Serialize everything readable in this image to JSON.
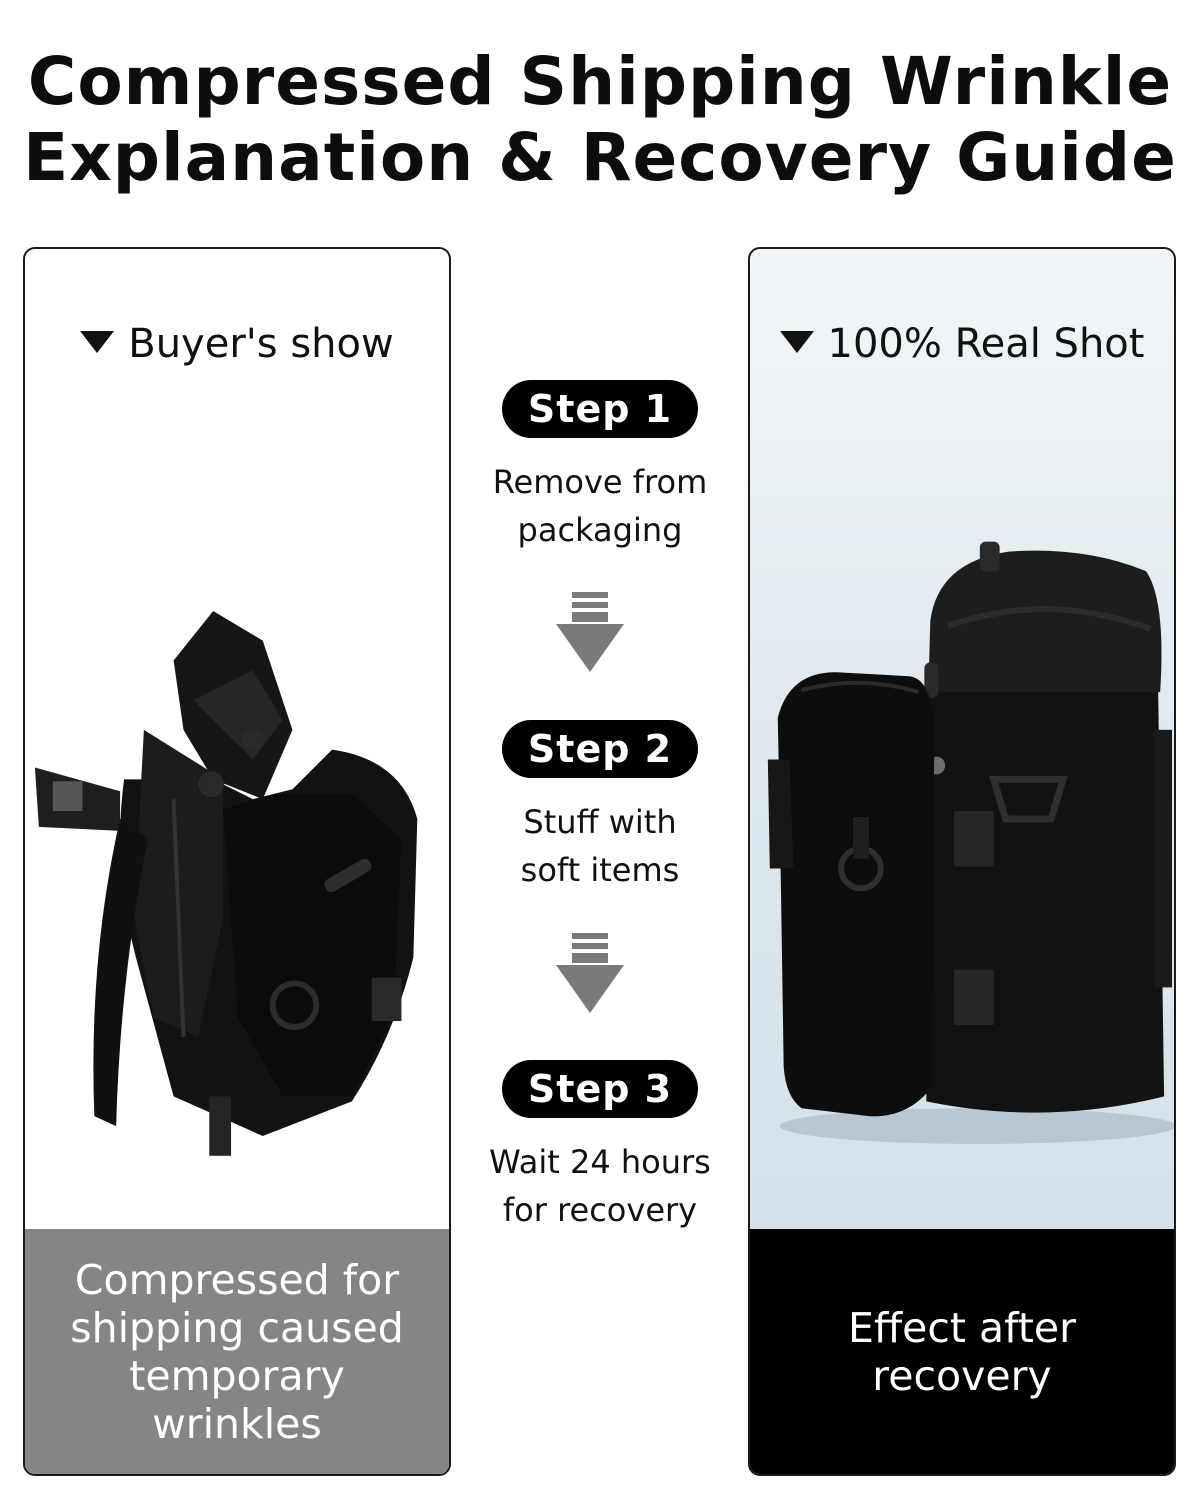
{
  "title": {
    "line1": "Compressed Shipping Wrinkle",
    "line2": "Explanation & Recovery Guide"
  },
  "left_panel": {
    "label": "Buyer's show",
    "caption_lines": [
      "Compressed for",
      "shipping caused",
      "temporary",
      "wrinkles"
    ]
  },
  "right_panel": {
    "label": "100% Real Shot",
    "caption_lines": [
      "Effect after",
      "recovery"
    ]
  },
  "steps": [
    {
      "label": "Step 1",
      "text_lines": [
        "Remove from",
        "packaging"
      ]
    },
    {
      "label": "Step 2",
      "text_lines": [
        "Stuff with",
        "soft items"
      ]
    },
    {
      "label": "Step 3",
      "text_lines": [
        "Wait 24 hours",
        "for recovery"
      ]
    }
  ],
  "colors": {
    "pill_bg": "#000000",
    "arrow": "#7a7a7a",
    "left_caption_bg": "#858585",
    "right_caption_bg": "#000000"
  },
  "icons": [
    "triangle-down-icon",
    "arrow-down-icon"
  ]
}
